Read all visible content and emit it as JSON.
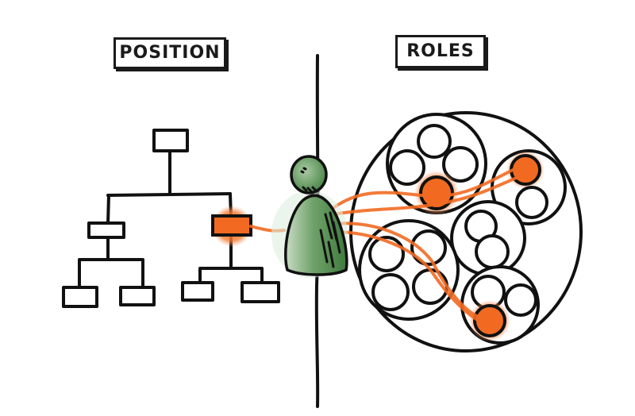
{
  "labels": {
    "left": "POSITION",
    "right": "ROLES"
  },
  "colors": {
    "ink": "#111111",
    "highlight": "#f26a21",
    "person": "#5e9a5a"
  },
  "org_chart": {
    "boxes": 7,
    "highlighted_box": "level-2-right"
  },
  "roles": {
    "groups": 5,
    "highlighted_roles": 3
  }
}
